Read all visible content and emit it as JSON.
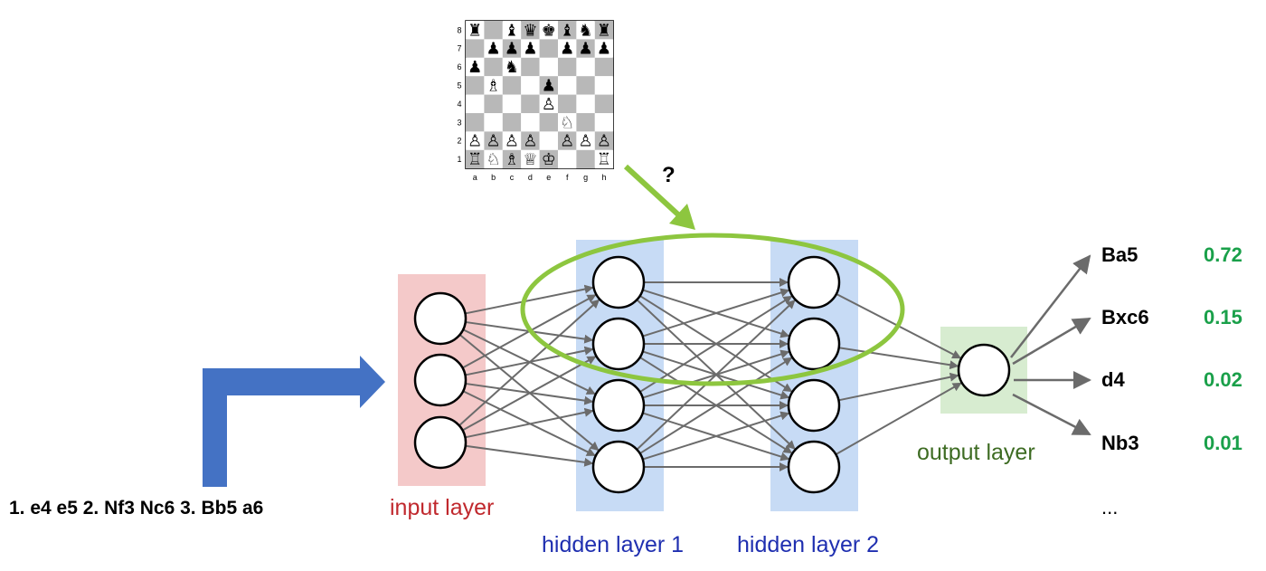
{
  "input_sequence": "1. e4 e5 2. Nf3 Nc6 3. Bb5 a6",
  "question_mark": "?",
  "layers": {
    "input": "input layer",
    "hidden1": "hidden layer 1",
    "hidden2": "hidden layer 2",
    "output": "output layer"
  },
  "outputs": [
    {
      "move": "Ba5",
      "prob": "0.72"
    },
    {
      "move": "Bxc6",
      "prob": "0.15"
    },
    {
      "move": "d4",
      "prob": "0.02"
    },
    {
      "move": "Nb3",
      "prob": "0.01"
    }
  ],
  "more_outputs": "...",
  "board": {
    "files": [
      "a",
      "b",
      "c",
      "d",
      "e",
      "f",
      "g",
      "h"
    ],
    "ranks": [
      "8",
      "7",
      "6",
      "5",
      "4",
      "3",
      "2",
      "1"
    ],
    "pieces": {
      "8": [
        "♜",
        "",
        "♝",
        "♛",
        "♚",
        "♝",
        "♞",
        "♜"
      ],
      "7": [
        "",
        "♟",
        "♟",
        "♟",
        "",
        "♟",
        "♟",
        "♟"
      ],
      "6": [
        "♟",
        "",
        "♞",
        "",
        "",
        "",
        "",
        ""
      ],
      "5": [
        "",
        "♗",
        "",
        "",
        "♟",
        "",
        "",
        ""
      ],
      "4": [
        "",
        "",
        "",
        "",
        "♙",
        "",
        "",
        ""
      ],
      "3": [
        "",
        "",
        "",
        "",
        "",
        "♘",
        "",
        ""
      ],
      "2": [
        "♙",
        "♙",
        "♙",
        "♙",
        "",
        "♙",
        "♙",
        "♙"
      ],
      "1": [
        "♖",
        "♘",
        "♗",
        "♕",
        "♔",
        "",
        "",
        "♖"
      ]
    }
  },
  "colors": {
    "input_band": "#f4c9c9",
    "hidden_band": "#c7dbf5",
    "output_band": "#d7ecd0",
    "input_label": "#c0282d",
    "hidden_label": "#1f2fb0",
    "output_label": "#3d6b22",
    "probability": "#1aa04a",
    "blue_arrow": "#4472c4",
    "green": "#8dc63f",
    "connection": "#6b6b6b"
  }
}
